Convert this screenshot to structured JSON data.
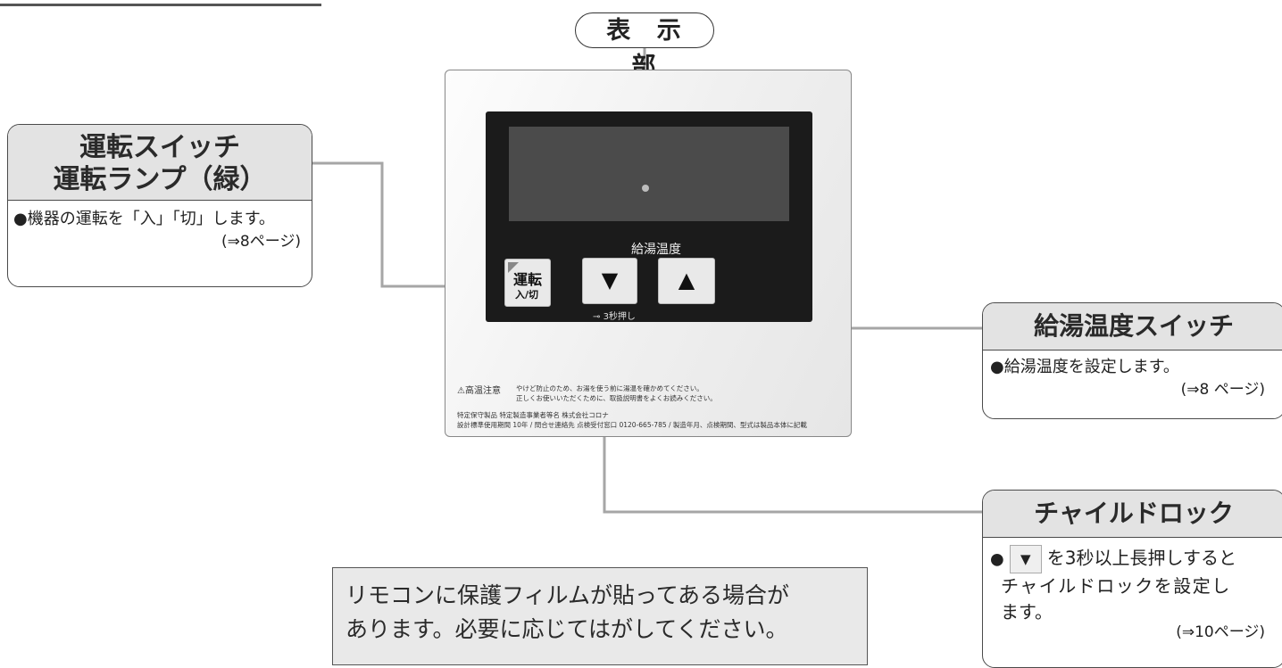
{
  "display_label": "表 示 部",
  "remote": {
    "operation_button": {
      "main": "運転",
      "sub": "入/切"
    },
    "temp_label": "給湯温度",
    "down_symbol": "▼",
    "up_symbol": "▲",
    "lock_label": "3秒押し",
    "warning_title": "⚠高温注意",
    "warning_text1": "やけど防止のため、お湯を使う前に湯温を確かめてください。",
    "warning_text2": "正しくお使いいただくために、取扱説明書をよくお読みください。",
    "maker_line": "特定保守製品  特定製造事業者等名  株式会社コロナ",
    "service_line": "設計標準使用期間  10年 / 問合せ連絡先  点検受付窓口  0120-665-785 / 製造年月、点検期間、型式は製品本体に記載"
  },
  "callouts": {
    "operation": {
      "title1": "運転スイッチ",
      "title2": "運転ランプ（緑）",
      "text": "機器の運転を「入」「切」します。",
      "ref": "(⇒8ページ)"
    },
    "temperature": {
      "title": "給湯温度スイッチ",
      "text": "給湯温度を設定します。",
      "ref": "(⇒8 ページ)"
    },
    "childlock": {
      "title": "チャイルドロック",
      "symbol": "▼",
      "text1": "を3秒以上長押しすると",
      "text2": "チャイルドロックを設定し",
      "text3": "ます。",
      "ref": "(⇒10ページ)"
    }
  },
  "note": {
    "line1": "リモコンに保護フィルムが貼ってある場合が",
    "line2": "あります。必要に応じてはがしてください。"
  }
}
